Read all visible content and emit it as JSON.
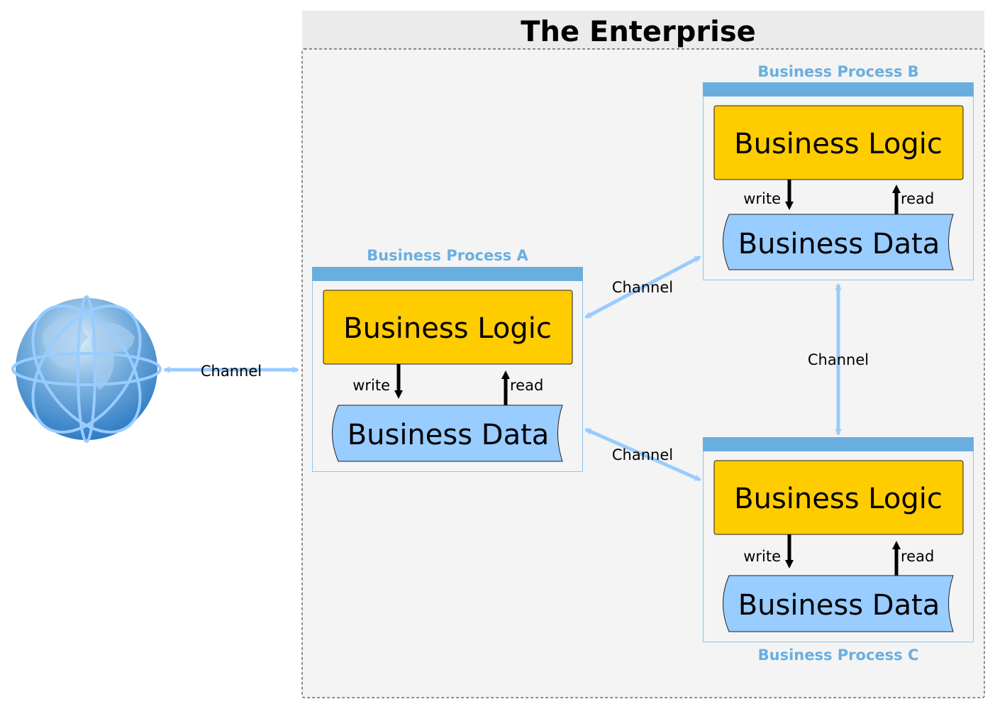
{
  "enterprise": {
    "title": "The Enterprise",
    "header_bg": "#ebebeb",
    "body_bg": "#f4f4f4"
  },
  "colors": {
    "logic_fill": "#ffcc00",
    "data_fill": "#99ccff",
    "process_bar": "#6aaee0",
    "process_border": "#8cc4ee",
    "channel": "#99ccff",
    "process_label": "#6aaee0"
  },
  "external": {
    "icon": "globe-icon"
  },
  "processes": [
    {
      "id": "A",
      "label": "Business Process A",
      "logic": "Business Logic",
      "data": "Business Data",
      "write": "write",
      "read": "read"
    },
    {
      "id": "B",
      "label": "Business Process B",
      "logic": "Business Logic",
      "data": "Business Data",
      "write": "write",
      "read": "read"
    },
    {
      "id": "C",
      "label": "Business Process C",
      "logic": "Business Logic",
      "data": "Business Data",
      "write": "write",
      "read": "read"
    }
  ],
  "channels": [
    {
      "from": "external",
      "to": "A",
      "label": "Channel"
    },
    {
      "from": "A",
      "to": "B",
      "label": "Channel"
    },
    {
      "from": "A",
      "to": "C",
      "label": "Channel"
    },
    {
      "from": "B",
      "to": "C",
      "label": "Channel"
    }
  ]
}
